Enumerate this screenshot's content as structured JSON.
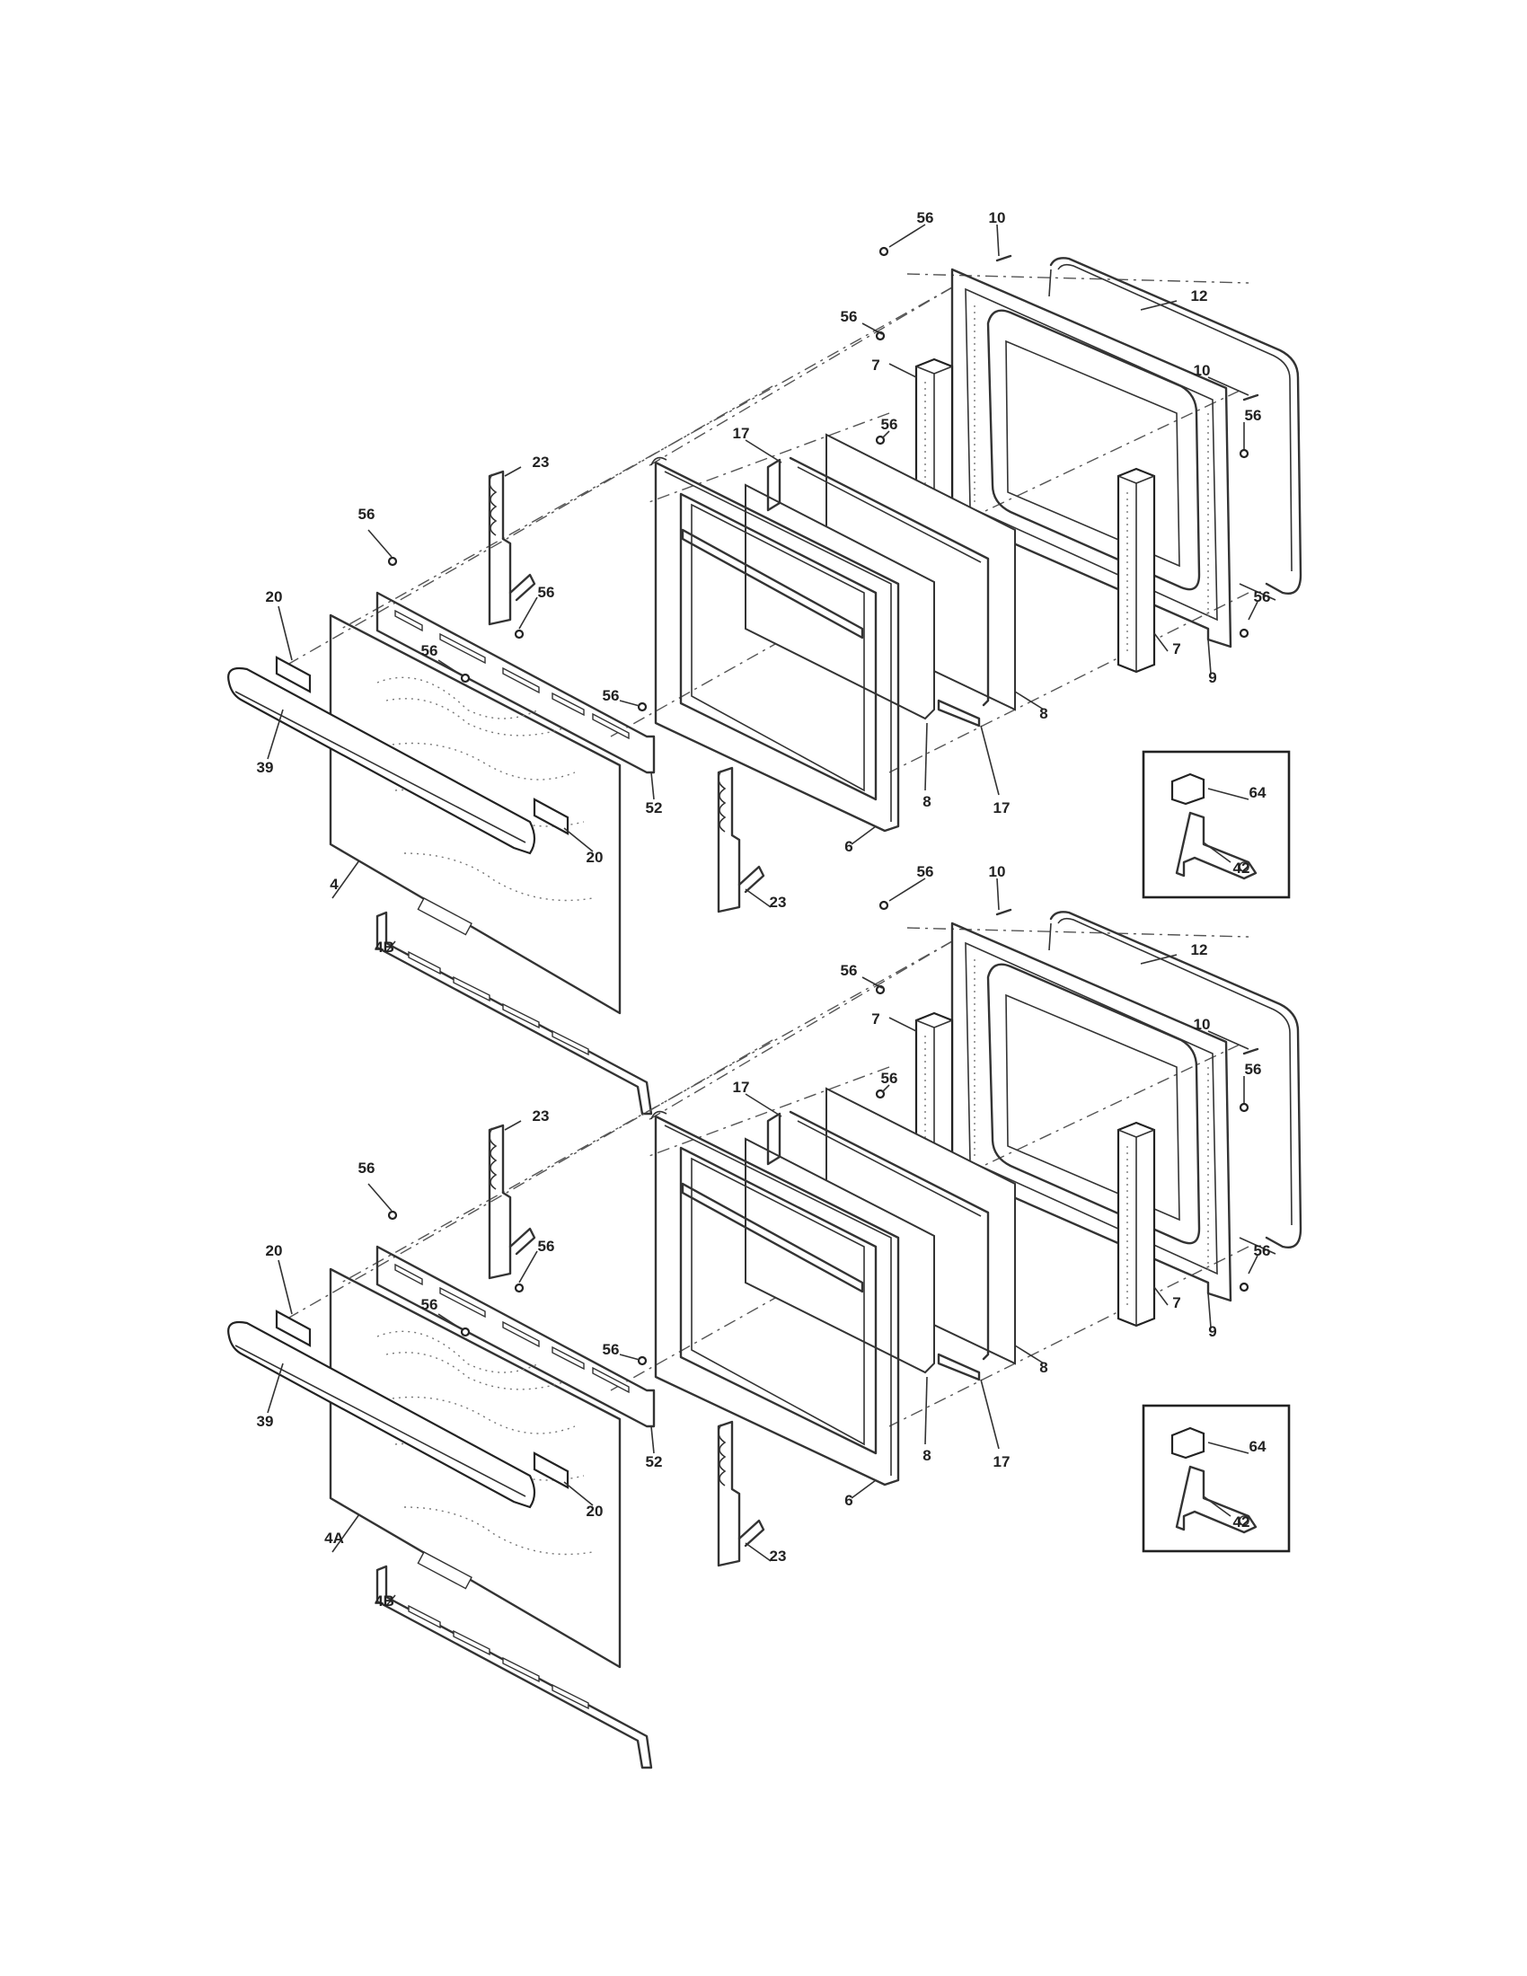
{
  "diagram": {
    "upper_door_callouts": [
      "56",
      "10",
      "12",
      "56",
      "7",
      "10",
      "56",
      "56",
      "17",
      "23",
      "56",
      "56",
      "20",
      "56",
      "56",
      "39",
      "52",
      "20",
      "4",
      "4B",
      "8",
      "17",
      "8",
      "7",
      "9",
      "56",
      "6",
      "23",
      "64",
      "42"
    ],
    "lower_door_callouts": [
      "56",
      "10",
      "12",
      "56",
      "7",
      "10",
      "56",
      "56",
      "17",
      "23",
      "56",
      "56",
      "20",
      "56",
      "56",
      "39",
      "52",
      "20",
      "4A",
      "4B",
      "8",
      "17",
      "8",
      "7",
      "9",
      "56",
      "6",
      "23",
      "64",
      "42"
    ]
  }
}
